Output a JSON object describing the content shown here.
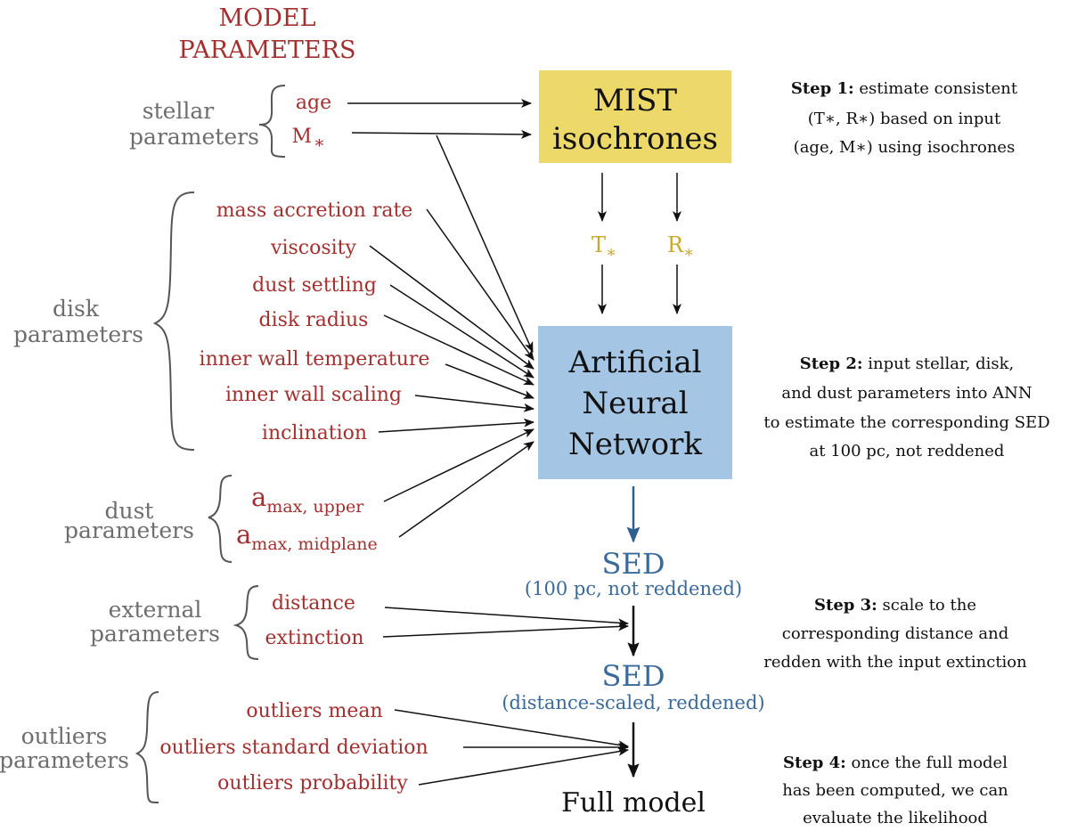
{
  "title": {
    "line1": "MODEL",
    "line2": "PARAMETERS"
  },
  "groups": {
    "stellar": {
      "line1": "stellar",
      "line2": "parameters",
      "items": [
        "age",
        "M",
        "∗"
      ]
    },
    "disk": {
      "line1": "disk",
      "line2": "parameters",
      "items": [
        "mass accretion rate",
        "viscosity",
        "dust settling",
        "disk radius",
        "inner wall temperature",
        "inner wall scaling",
        "inclination"
      ]
    },
    "dust": {
      "line1": "dust",
      "line2": "parameters",
      "items": [
        {
          "base": "a",
          "sub": "max, upper"
        },
        {
          "base": "a",
          "sub": "max, midplane"
        }
      ]
    },
    "external": {
      "line1": "external",
      "line2": "parameters",
      "items": [
        "distance",
        "extinction"
      ]
    },
    "outliers": {
      "line1": "outliers",
      "line2": "parameters",
      "items": [
        "outliers mean",
        "outliers standard deviation",
        "outliers probability"
      ]
    }
  },
  "boxes": {
    "mist": {
      "line1": "MIST",
      "line2": "isochrones",
      "color": "#ecd96a"
    },
    "ann": {
      "line1": "Artificial",
      "line2": "Neural",
      "line3": "Network",
      "color": "#a4c5e3"
    }
  },
  "intermediate": {
    "t_star": "T",
    "r_star": "R",
    "star": "∗"
  },
  "sed1": {
    "label": "SED",
    "sub": "(100 pc, not reddened)"
  },
  "sed2": {
    "label": "SED",
    "sub": "(distance-scaled, reddened)"
  },
  "full_model": "Full model",
  "steps": [
    {
      "bold": "Step 1:",
      "lines": [
        " estimate consistent",
        "(T∗, R∗) based on input",
        "(age, M∗) using isochrones"
      ]
    },
    {
      "bold": "Step 2:",
      "lines": [
        " input stellar, disk,",
        "and dust parameters into ANN",
        "to estimate the corresponding SED",
        "at 100 pc, not reddened"
      ]
    },
    {
      "bold": "Step 3:",
      "lines": [
        " scale to the",
        "corresponding distance and",
        "redden with the input extinction"
      ]
    },
    {
      "bold": "Step 4:",
      "lines": [
        " once the full model",
        "has been computed, we can",
        "evaluate the likelihood"
      ]
    }
  ],
  "colors": {
    "param": "#a3302f",
    "group": "#6e6e6e",
    "sed": "#3a6a9a",
    "mid": "#c9a82c"
  }
}
